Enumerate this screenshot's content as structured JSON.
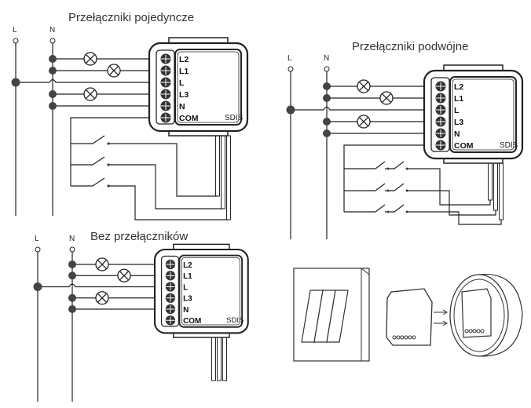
{
  "diagrams": [
    {
      "title": "Przełączniki pojedyncze",
      "line_l": "L",
      "line_n": "N"
    },
    {
      "title": "Przełączniki podwójne",
      "line_l": "L",
      "line_n": "N"
    },
    {
      "title": "Bez przełączników",
      "line_l": "L",
      "line_n": "N"
    }
  ],
  "module": {
    "terminals": [
      "L2",
      "L1",
      "L",
      "L3",
      "N",
      "COM"
    ],
    "logo": "SDIS"
  },
  "colors": {
    "line": "#222222",
    "terminal": "#333333"
  }
}
